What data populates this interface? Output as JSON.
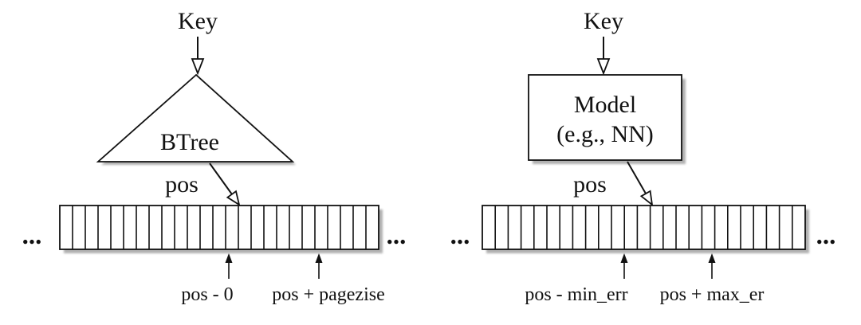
{
  "figure": {
    "description_left": "btree-index",
    "description_right": "learned-model-index"
  },
  "left": {
    "key_label": "Key",
    "structure_label": "BTree",
    "pos_label": "pos",
    "ellipsis_left": "...",
    "ellipsis_right": "...",
    "lower_bound_label": "pos - 0",
    "upper_bound_label": "pos + pagezise",
    "array": {
      "cells": 25
    }
  },
  "right": {
    "key_label": "Key",
    "model_label_line1": "Model",
    "model_label_line2": "(e.g., NN)",
    "pos_label": "pos",
    "ellipsis_left": "...",
    "ellipsis_right": "...",
    "lower_bound_label": "pos - min_err",
    "upper_bound_label": "pos + max_er",
    "array": {
      "cells": 25
    }
  },
  "colors": {
    "stroke": "#111111",
    "fill": "#ffffff",
    "shadow": "#9e9e9e",
    "background": "#ffffff"
  }
}
